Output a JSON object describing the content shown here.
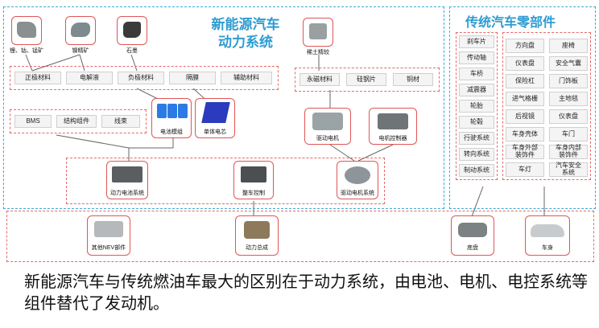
{
  "sections": {
    "nev_title": "新能源汽车\n动力系统",
    "traditional_title": "传统汽车零部件"
  },
  "raw_materials": {
    "items": [
      {
        "label": "锂、钴、锰矿"
      },
      {
        "label": "镍精矿"
      },
      {
        "label": "石墨"
      },
      {
        "label": "稀土精较"
      }
    ]
  },
  "materials_row": [
    "正极材料",
    "电解液",
    "负极材料",
    "隔膜",
    "辅助材料"
  ],
  "motor_materials": [
    "永磁材料",
    "硅钢片",
    "铜材"
  ],
  "battery_row": [
    "BMS",
    "结构组件",
    "线束"
  ],
  "battery_module": "电池模组",
  "battery_cell": "单体电芯",
  "drive_motor": "驱动电机",
  "motor_controller": "电机控制器",
  "systems": [
    "动力电池系统",
    "整车控制",
    "驱动电机系统"
  ],
  "bottom": [
    "其他NEV部件",
    "动力总成",
    "底盘",
    "车身"
  ],
  "trad_col1": [
    "刹车片",
    "传动轴",
    "车桥",
    "减震器",
    "轮胎",
    "轮毂",
    "行驶系统",
    "转向系统",
    "制动系统"
  ],
  "trad_col2a": [
    "方向盘",
    "仪表盘",
    "保险杠",
    "进气格栅",
    "后视镜",
    "车身壳体",
    "车身外部\n装饰件",
    "车灯"
  ],
  "trad_col2b": [
    "座椅",
    "安全气囊",
    "门饰板",
    "主地毯",
    "仪表盘",
    "车门",
    "车身内部\n装饰件",
    "汽车安全\n系统"
  ],
  "caption": "新能源汽车与传统燃油车最大的区别在于动力系统，由电池、电机、电控系统等组件替代了发动机。"
}
